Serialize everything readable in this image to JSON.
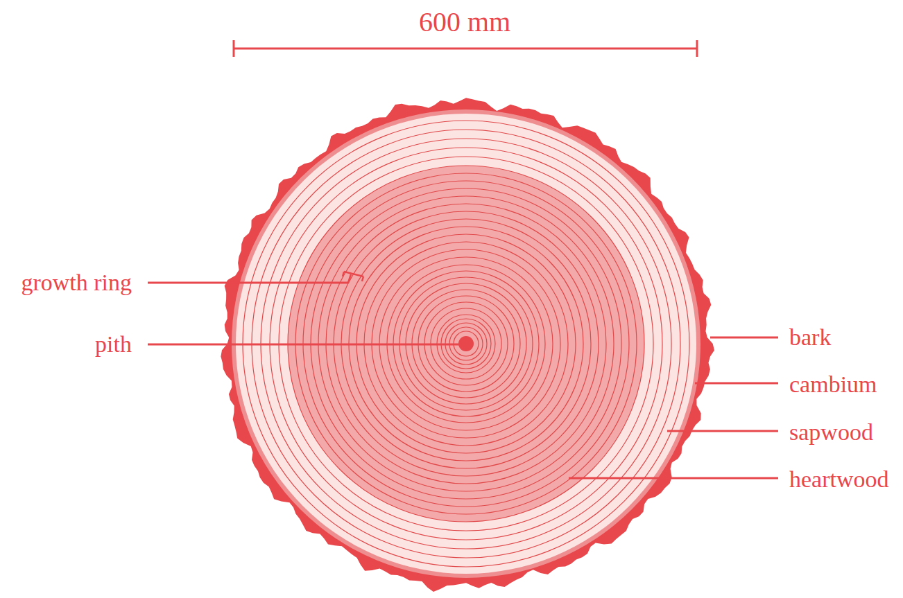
{
  "diagram": {
    "labels": [
      "600 mm",
      "growth ring",
      "pith",
      "bark",
      "cambium",
      "sapwood",
      "heartwood"
    ]
  }
}
